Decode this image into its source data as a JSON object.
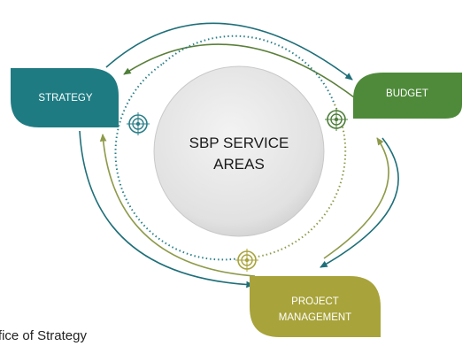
{
  "diagram": {
    "center": {
      "line1": "SBP SERVICE",
      "line2": "AREAS"
    },
    "nodes": {
      "strategy": {
        "label": "STRATEGY",
        "color": "#1e7b82"
      },
      "budget": {
        "label": "BUDGET",
        "color": "#4e8a3a"
      },
      "project": {
        "line1": "PROJECT",
        "line2": "MANAGEMENT",
        "color": "#a8a33a"
      }
    },
    "target_icons": [
      "target-icon",
      "target-icon",
      "target-icon"
    ],
    "arrow_colors": {
      "teal": "#1e6f79",
      "olive": "#8f9a4a",
      "green": "#4e7f3a"
    }
  },
  "footnote": "ffice of Strategy"
}
